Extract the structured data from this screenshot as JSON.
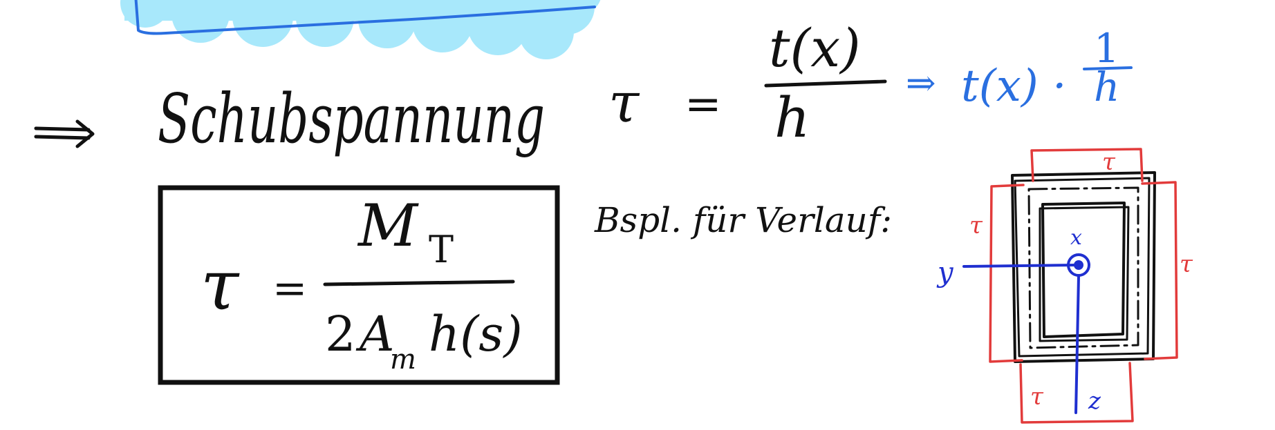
{
  "colors": {
    "background": "#ffffff",
    "ink_black": "#111111",
    "ink_blue": "#2a6fe0",
    "ink_dark_blue": "#1f2fd0",
    "ink_red": "#e23b3b",
    "cloud_fill": "#a8e8fb",
    "cloud_outline": "#2a6fe0"
  },
  "arrow": {
    "symbol": "⟹"
  },
  "heading": {
    "word": "Schubspannung"
  },
  "shear_relation": {
    "lhs": "τ",
    "equals": "=",
    "numerator": "t(x)",
    "denominator": "h"
  },
  "blue_note": {
    "implies": "⇒",
    "expr": "t(x) ·",
    "frac_num": "1",
    "frac_den": "h"
  },
  "boxed_formula": {
    "lhs": "τ",
    "equals": "=",
    "numerator_main": "M",
    "numerator_sub": "T",
    "denominator_coef": "2",
    "denominator_main": "A",
    "denominator_sub": "m",
    "denominator_tail": "h(s)"
  },
  "example_label": {
    "text": "Bspl. für Verlauf:"
  },
  "diagram": {
    "tau_top": "τ",
    "tau_left": "τ",
    "tau_right": "τ",
    "tau_bottom": "τ",
    "axis_x": "x",
    "axis_y": "y",
    "axis_z": "z"
  }
}
